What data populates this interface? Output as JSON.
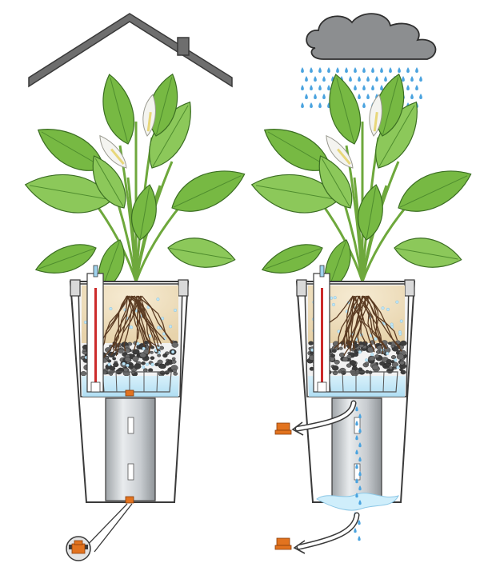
{
  "diagram": {
    "panels": [
      {
        "id": "indoor",
        "weather_icon": "house-roof-icon",
        "drain_plug": "inserted",
        "detail_callout": "plug-closeup"
      },
      {
        "id": "outdoor",
        "weather_icon": "rain-cloud-icon",
        "drain_plug": "removed",
        "overflow": "open"
      }
    ],
    "plant": "peace-lily",
    "colors": {
      "outline": "#3a3a3a",
      "roof": "#666666",
      "cloud": "#8c8e90",
      "rain": "#4aa3df",
      "leaf": "#77b943",
      "leaf_dark": "#4f8d2e",
      "flower": "#f4f4f0",
      "soil": "#efe1c4",
      "roots": "#5b3b22",
      "water": "#bfe6f7",
      "pot_inner": "#eeeeee",
      "cylinder": "#cfd3d6",
      "plug": "#e2731f",
      "indicator_red": "#cc2b2b"
    }
  }
}
